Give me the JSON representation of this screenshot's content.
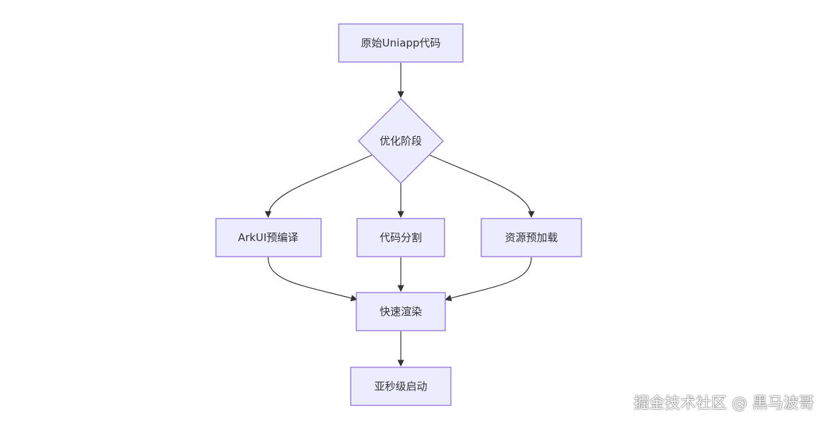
{
  "colors": {
    "node_fill": "#ECECFF",
    "node_stroke": "#9370DB",
    "edge": "#333333",
    "text": "#333333"
  },
  "nodes": {
    "source": "原始Uniapp代码",
    "optimize": "优化阶段",
    "arkui": "ArkUI预编译",
    "split": "代码分割",
    "preload": "资源预加载",
    "render": "快速渲染",
    "startup": "亚秒级启动"
  },
  "watermark": "掘金技术社区 @ 黑马波哥"
}
